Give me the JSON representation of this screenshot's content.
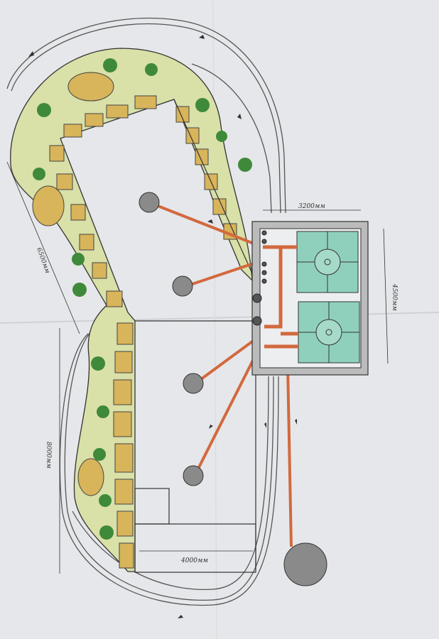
{
  "dimensions": {
    "pump_room_width": "3200мм",
    "pump_room_height": "4500мм",
    "upper_bed_length": "6500мм",
    "lower_bed_length": "8000мм",
    "terrace_width": "4000мм"
  },
  "colors": {
    "paper": "#e6e7ea",
    "bed_fill": "#d9e0a8",
    "stone": "#d8b45a",
    "pipe": "#d2693e",
    "tank": "#8fd0bc",
    "drain": "#7d7d7d",
    "plant": "#3f8a3a"
  }
}
